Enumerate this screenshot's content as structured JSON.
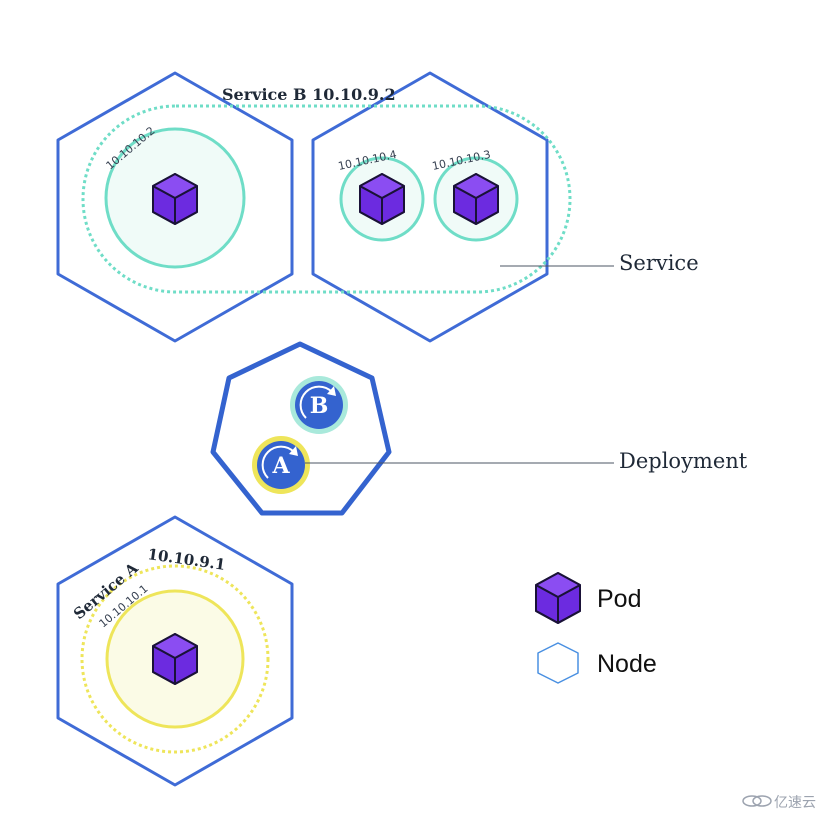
{
  "service_b": {
    "label": "Service B  10.10.9.2",
    "pods": [
      {
        "ip": "10.10.10.2"
      },
      {
        "ip": "10.10.10.4"
      },
      {
        "ip": "10.10.10.3"
      }
    ]
  },
  "service_a": {
    "label_name": "Service A",
    "label_ip": "10.10.9.1",
    "pods": [
      {
        "ip": "10.10.10.1"
      }
    ]
  },
  "deployment": {
    "badge_b": "B",
    "badge_a": "A"
  },
  "callouts": {
    "service": "Service",
    "deployment": "Deployment"
  },
  "legend": {
    "pod": "Pod",
    "node": "Node"
  },
  "watermark": "亿速云",
  "colors": {
    "node_stroke": "#3F6BD6",
    "deployment_stroke": "#3463CF",
    "service_b_teal": "#6FDDC7",
    "service_a_yellow": "#EEE55A",
    "pod_purple": "#6C2BE0",
    "text_dark": "#1F2937"
  }
}
